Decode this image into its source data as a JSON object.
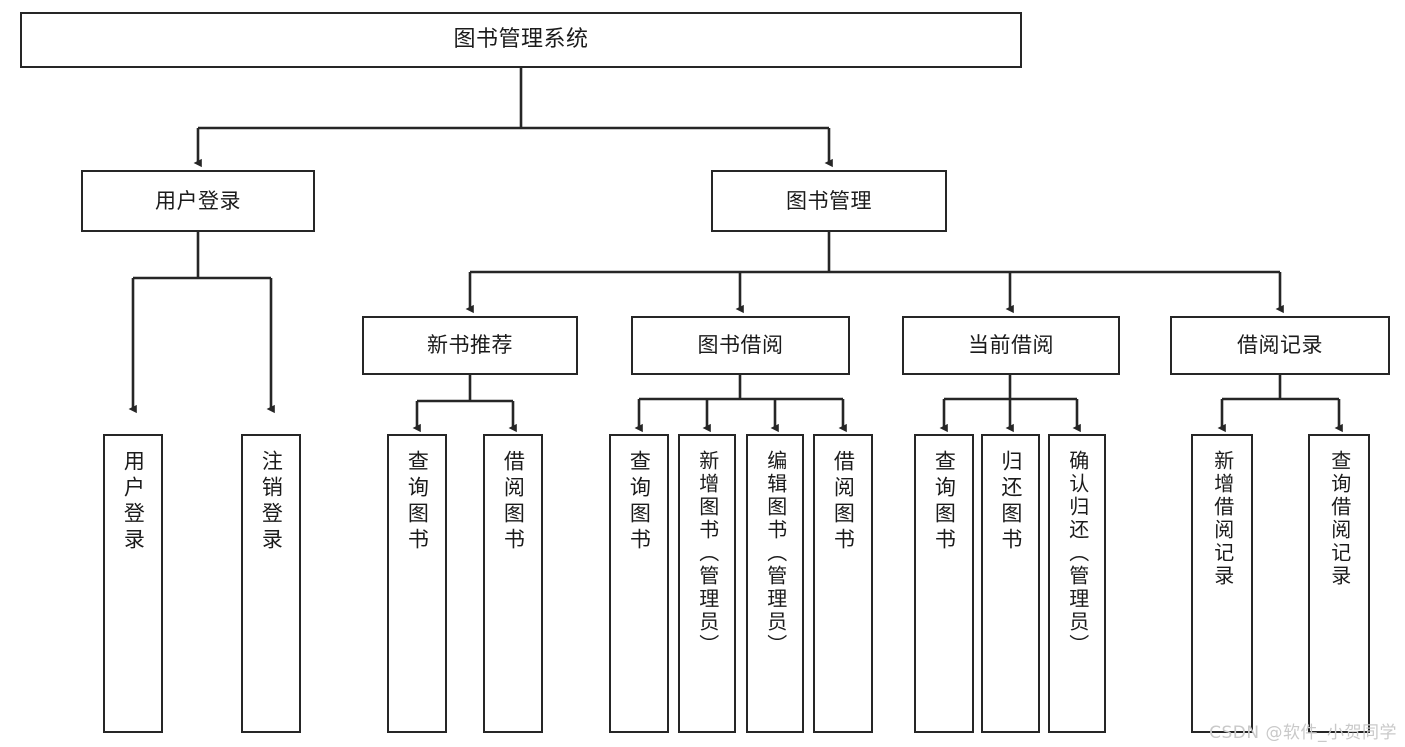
{
  "diagram": {
    "type": "tree-hierarchy-chart",
    "title": "图书管理系统",
    "colors": {
      "box_border": "#262626",
      "box_fill": "#ffffff",
      "connector": "#262626",
      "text": "#1b1b1b",
      "watermark": "#c9c9c9",
      "background": "#ffffff"
    },
    "root": {
      "label": "图书管理系统"
    },
    "level2": [
      {
        "label": "用户登录"
      },
      {
        "label": "图书管理"
      }
    ],
    "level3": [
      {
        "label": "新书推荐"
      },
      {
        "label": "图书借阅"
      },
      {
        "label": "当前借阅"
      },
      {
        "label": "借阅记录"
      }
    ],
    "leaves": {
      "user_login": [
        {
          "label": "用户登录"
        },
        {
          "label": "注销登录"
        }
      ],
      "new_book_recommend": [
        {
          "label": "查询图书"
        },
        {
          "label": "借阅图书"
        }
      ],
      "book_borrow": [
        {
          "label": "查询图书"
        },
        {
          "label": "新增图书（管理员）"
        },
        {
          "label": "编辑图书（管理员）"
        },
        {
          "label": "借阅图书"
        }
      ],
      "current_borrow": [
        {
          "label": "查询图书"
        },
        {
          "label": "归还图书"
        },
        {
          "label": "确认归还（管理员）"
        }
      ],
      "borrow_record": [
        {
          "label": "新增借阅记录"
        },
        {
          "label": "查询借阅记录"
        }
      ]
    }
  },
  "watermark": {
    "text": "CSDN @软件_小贺同学"
  }
}
